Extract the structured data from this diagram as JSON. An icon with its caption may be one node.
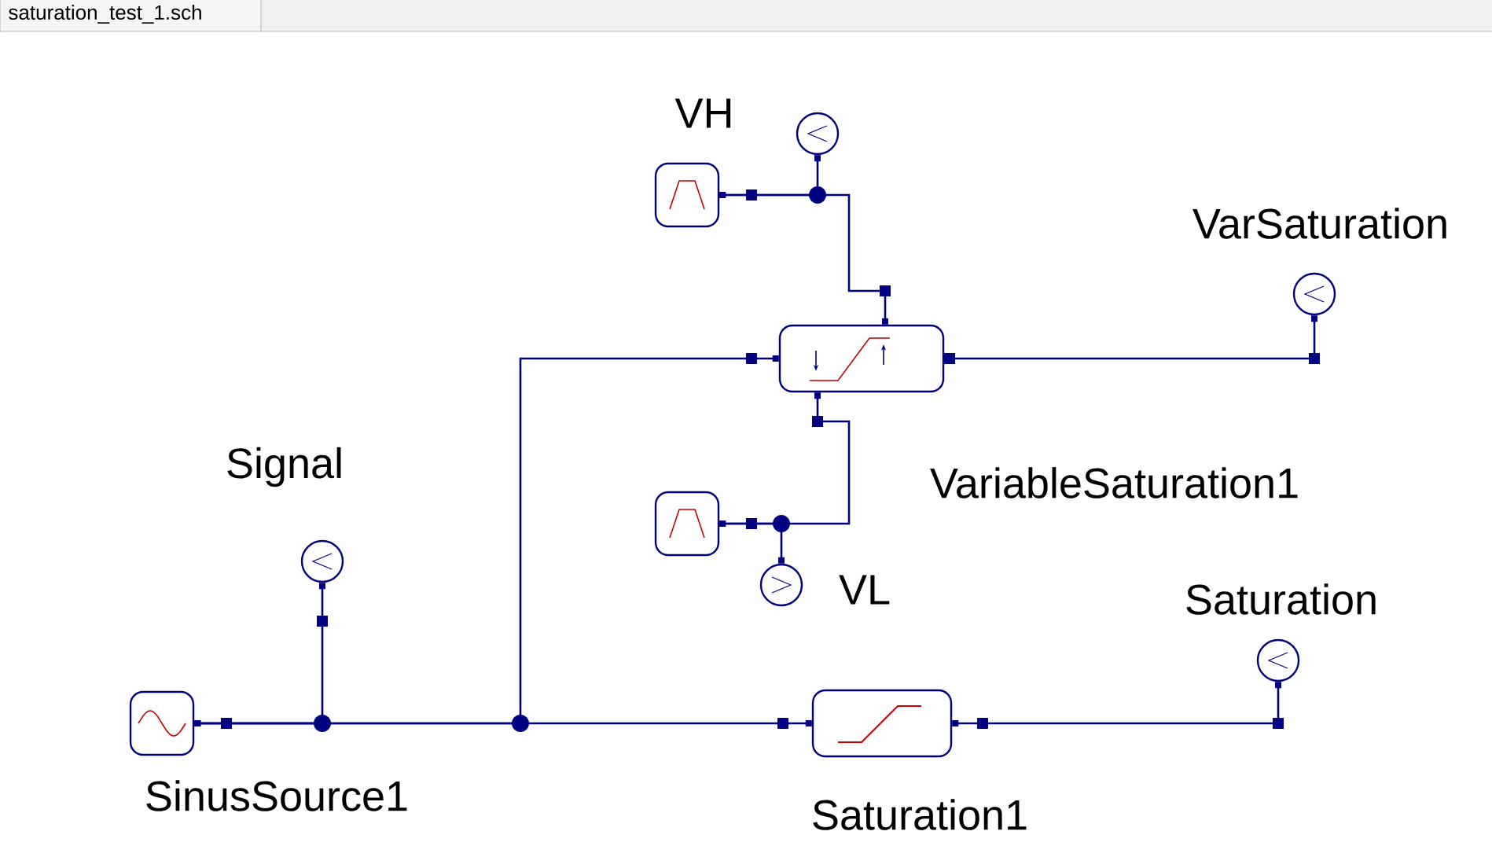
{
  "diagram": {
    "nodes": [
      {
        "text": [],
        "shape": "box"
      },
      {
        "text": [
          "VH"
        ]
      },
      {
        "text": [
          "VariableSaturation1"
        ]
      },
      {
        "text": [
          "VarSaturation"
        ]
      },
      {
        "text": [],
        "shape": "box"
      },
      {
        "text": [
          "VL"
        ]
      },
      {
        "text": [
          "Signal"
        ]
      },
      {
        "text": [
          "SinusSource1"
        ]
      },
      {
        "text": [
          "Saturation1"
        ]
      },
      {
        "text": [
          "Saturation"
        ]
      }
    ],
    "edges": [
      {
        "from": 7,
        "to": 6,
        "arrow": "other"
      },
      {
        "from": 7,
        "to": 8,
        "arrow": "other"
      },
      {
        "from": 7,
        "to": 2,
        "arrow": "other"
      },
      {
        "from": 0,
        "to": 1,
        "arrow": "other"
      },
      {
        "from": 0,
        "to": 2,
        "arrow": "other"
      },
      {
        "from": 4,
        "to": 5,
        "arrow": "other"
      },
      {
        "from": 4,
        "to": 2,
        "arrow": "other"
      },
      {
        "from": 2,
        "to": 3,
        "arrow": "other"
      },
      {
        "from": 8,
        "to": 9,
        "arrow": "other"
      }
    ],
    "labels": [
      "saturation_test_1.sch"
    ]
  }
}
